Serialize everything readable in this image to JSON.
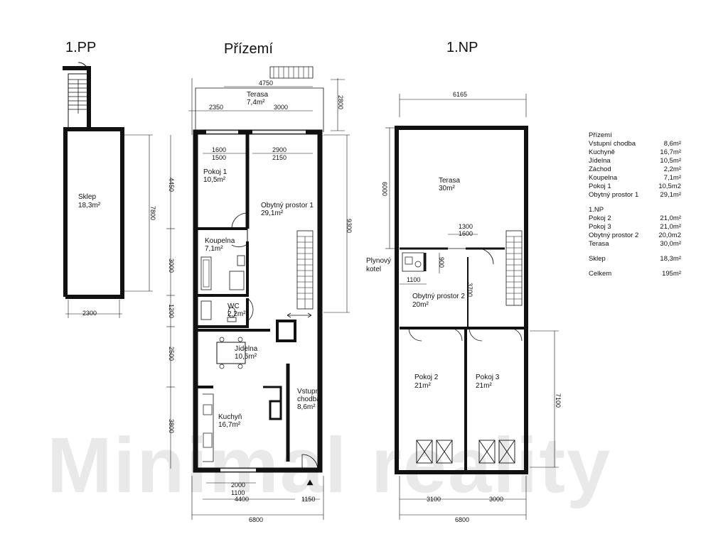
{
  "watermark": "Minimal reality",
  "levels": {
    "pp": "1.PP",
    "ground": "Přízemí",
    "np": "1.NP"
  },
  "pp": {
    "room": {
      "name": "Sklep",
      "area": "18,3m²"
    },
    "dims": {
      "width": "2300",
      "height": "7800"
    }
  },
  "ground": {
    "rooms": {
      "terasa": {
        "name": "Terasa",
        "area": "7,4m²"
      },
      "pokoj1": {
        "name": "Pokoj 1",
        "area": "10,5m²"
      },
      "obytny": {
        "name": "Obytný prostor 1",
        "area": "29,1m²"
      },
      "koupelna": {
        "name": "Koupelna",
        "area": "7,1m²"
      },
      "wc": {
        "name": "WC",
        "area": "2,2m²"
      },
      "jidelna": {
        "name": "Jídelna",
        "area": "10,5m²"
      },
      "kuchyn": {
        "name": "Kuchyň",
        "area": "16,7m²"
      },
      "vstup_a": {
        "name": "Vstupní",
        "area": "8,6m²"
      },
      "vstup_b": {
        "name": "chodba"
      }
    },
    "dims": {
      "d4750": "4750",
      "d2350": "2350",
      "d3000": "3000",
      "d2800": "2800",
      "d1600": "1600",
      "d1500": "1500",
      "d2900": "2900",
      "d2150": "2150",
      "d4450": "4450",
      "d9300": "9300",
      "d3000v": "3000",
      "d1200": "1200",
      "d2500": "2500",
      "d3800": "3800",
      "d2000": "2000",
      "d1100": "1100",
      "d4400": "4400",
      "d1150": "1150",
      "d6800": "6800"
    }
  },
  "np": {
    "rooms": {
      "terasa": {
        "name": "Terasa",
        "area": "30m²"
      },
      "obytny2": {
        "name": "Obytný prostor 2",
        "area": "20m²"
      },
      "pokoj2": {
        "name": "Pokoj 2",
        "area": "21m²"
      },
      "pokoj3": {
        "name": "Pokoj 3",
        "area": "21m²"
      },
      "kotel_a": "Plynový",
      "kotel_b": "kotel"
    },
    "dims": {
      "d6165": "6165",
      "d6000": "6000",
      "d1300": "1300",
      "d1600": "1600",
      "d900": "900",
      "d1100": "1100",
      "d3700": "3700",
      "d7100": "7100",
      "d3100": "3100",
      "d3000": "3000",
      "d6800": "6800"
    }
  },
  "legend": {
    "s1_title": "Přízemí",
    "s1": [
      {
        "name": "Vstupní chodba",
        "value": "8,6m²"
      },
      {
        "name": "Kuchyně",
        "value": "16,7m²"
      },
      {
        "name": "Jídelna",
        "value": "10,5m²"
      },
      {
        "name": "Záchod",
        "value": "2,2m²"
      },
      {
        "name": "Koupelna",
        "value": "7,1m²"
      },
      {
        "name": "Pokoj 1",
        "value": "10,5m2"
      },
      {
        "name": "Obytný prostor 1",
        "value": "29,1m²"
      }
    ],
    "s2_title": "1.NP",
    "s2": [
      {
        "name": "Pokoj 2",
        "value": "21,0m²"
      },
      {
        "name": "Pokoj 3",
        "value": "21,0m²"
      },
      {
        "name": "Obytný prostor 2",
        "value": "20,0m2"
      },
      {
        "name": "Terasa",
        "value": "30,0m²"
      }
    ],
    "sklep": {
      "name": "Sklep",
      "value": "18,3m²"
    },
    "celkem": {
      "name": "Celkem",
      "value": "195m²"
    }
  }
}
